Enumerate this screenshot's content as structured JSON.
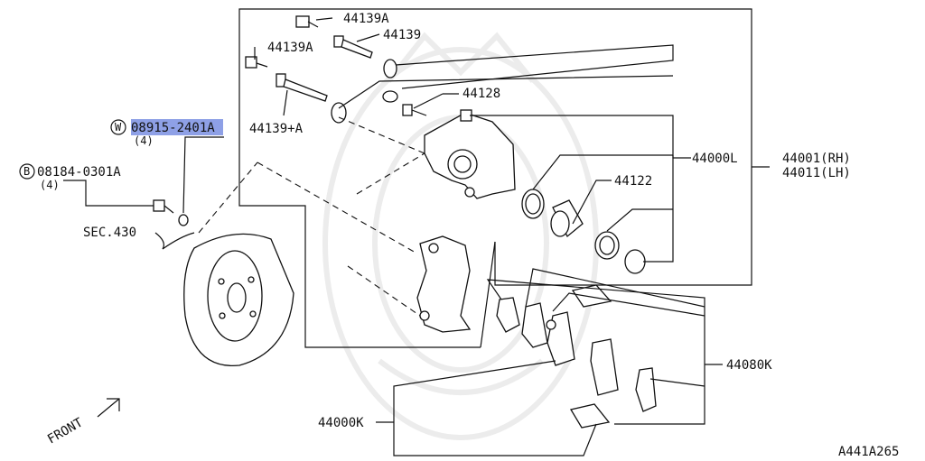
{
  "diagram": {
    "labels": {
      "bolt_a_top": "44139A",
      "pin_44139": "44139",
      "bolt_a_left": "44139A",
      "pin_plus_a": "44139+A",
      "bleeder": "44128",
      "caliper_l": "44000L",
      "caliper_rh": "44001(RH)",
      "caliper_lh": "44011(LH)",
      "piston": "44122",
      "washer_part": "08915-2401A",
      "washer_symbol": "W",
      "washer_qty": "(4)",
      "bolt_part": "08184-0301A",
      "bolt_symbol": "B",
      "bolt_qty": "(4)",
      "sec": "SEC.430",
      "pad_kit": "44080K",
      "caliper_k": "44000K",
      "front": "FRONT",
      "ref_code": "A441A265"
    },
    "colors": {
      "highlight": "#8ea0e6",
      "ink": "#111111"
    }
  }
}
